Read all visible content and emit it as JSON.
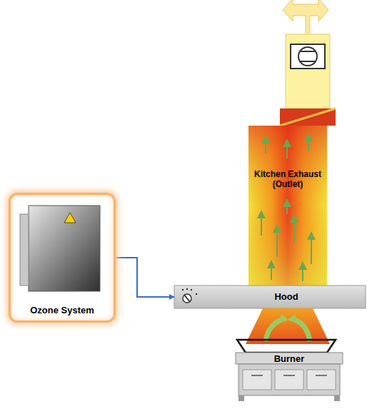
{
  "diagram": {
    "nodes": [
      {
        "text": [
          "Kitchen Exhaust (Outlet)"
        ]
      },
      {
        "text": [
          "Ozone System"
        ]
      },
      {
        "text": [
          "Hood"
        ]
      },
      {
        "text": [
          "Burner"
        ]
      }
    ],
    "edges": [
      {
        "from": 1,
        "to": 2,
        "arrow": "to"
      }
    ]
  }
}
